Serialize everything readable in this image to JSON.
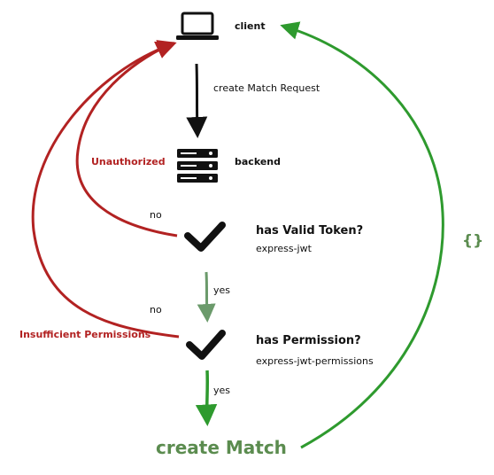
{
  "nodes": {
    "client": {
      "label": "client",
      "icon": "laptop-icon"
    },
    "backend": {
      "label": "backend",
      "icon": "server-icon"
    },
    "valid_token": {
      "question": "has Valid Token?",
      "library": "express-jwt",
      "icon": "checkmark-icon"
    },
    "permission": {
      "question": "has Permission?",
      "library": "express-jwt-permissions",
      "icon": "checkmark-icon"
    },
    "result": {
      "label": "create Match"
    }
  },
  "edges": {
    "request": "create Match Request",
    "yes_1": "yes",
    "yes_2": "yes",
    "no_1": "no",
    "no_2": "no",
    "unauthorized": "Unauthorized",
    "insufficient": "Insufficient Permissions",
    "response": "{}"
  },
  "colors": {
    "ink": "#111111",
    "error": "#b22222",
    "success": "#2e9a2e",
    "success_muted": "#6b9a6b",
    "result_text": "#5b8c4f"
  }
}
